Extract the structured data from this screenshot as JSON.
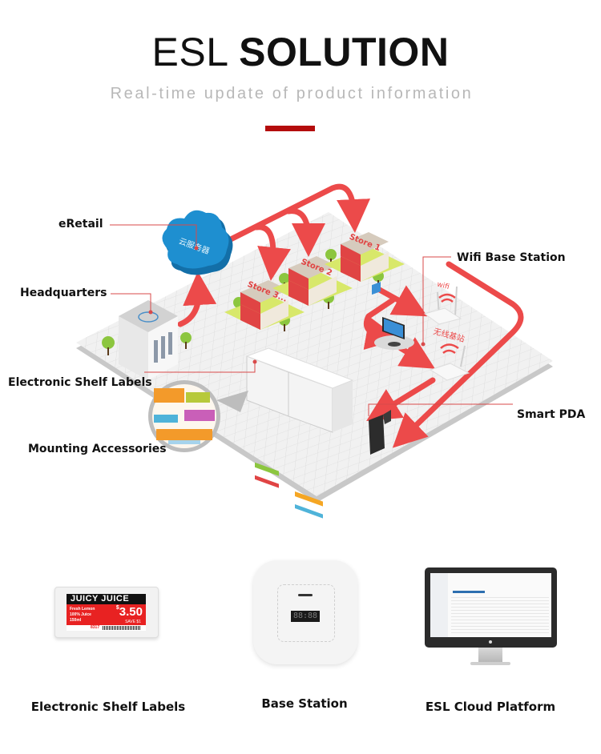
{
  "header": {
    "title_light": "ESL",
    "title_bold": "SOLUTION",
    "subtitle": "Real-time update of product information",
    "accent_color": "#b40c0c"
  },
  "diagram": {
    "callouts": {
      "eretail": "eRetail",
      "headquarters": "Headquarters",
      "electronic_shelf_labels": "Electronic Shelf Labels",
      "mounting_accessories": "Mounting Accessories",
      "wifi_base_station": "Wifi Base Station",
      "smart_pda": "Smart PDA"
    },
    "cloud_text": "云服务器",
    "stores": [
      "Store 1",
      "Store 2",
      "Store 3..."
    ],
    "store_sign": "Store",
    "wifi_text": "wifi",
    "base_station_text": "无线基站",
    "arrow_color": "#ec4a4a",
    "cloud_color": "#1e8fd0"
  },
  "products": [
    {
      "caption": "Electronic Shelf Labels",
      "label": {
        "brand": "JUICY JUICE",
        "line1": "Fresh Lemon",
        "line2": "100% Juice",
        "line3": "150ml",
        "currency": "$",
        "price": "3.50",
        "promo": "SAVE $1",
        "code": "8317"
      }
    },
    {
      "caption": "Base Station",
      "display": "88:88"
    },
    {
      "caption": "ESL Cloud Platform"
    }
  ]
}
